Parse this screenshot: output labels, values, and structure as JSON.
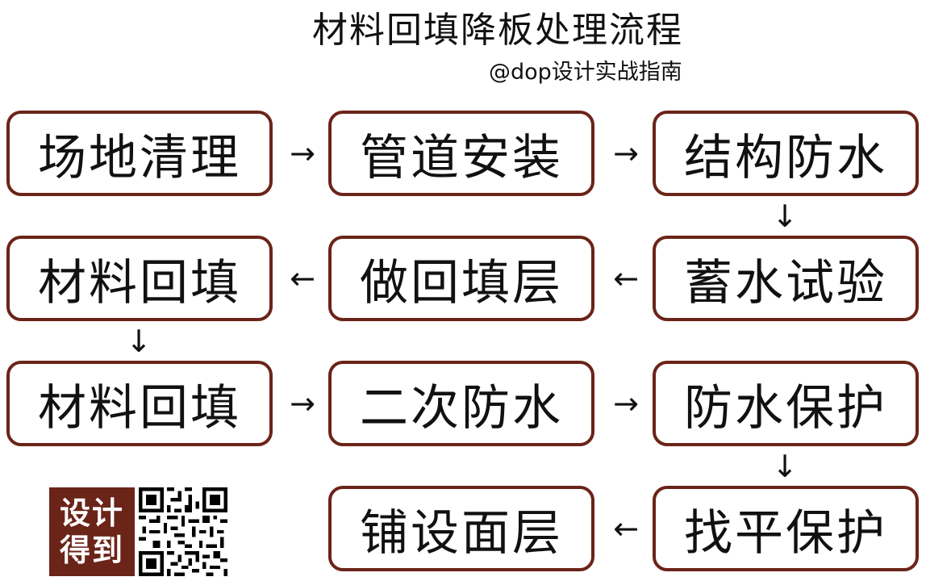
{
  "title": "材料回填降板处理流程",
  "subtitle": "@dop设计实战指南",
  "steps": {
    "site_clearing": "场地清理",
    "pipe_installation": "管道安装",
    "structural_waterproofing": "结构防水",
    "water_test": "蓄水试验",
    "backfill_layer": "做回填层",
    "material_backfill_1": "材料回填",
    "material_backfill_2": "材料回填",
    "secondary_waterproofing": "二次防水",
    "waterproof_protection": "防水保护",
    "leveling_protection": "找平保护",
    "surface_laying": "铺设面层"
  },
  "logo": {
    "line1": "设计",
    "line2": "得到"
  },
  "icons": {
    "arrow_right": "→",
    "arrow_left": "←",
    "arrow_down": "↓"
  },
  "colors": {
    "box_border": "#6b2418",
    "logo_background": "#6b2418",
    "text": "#111111"
  }
}
